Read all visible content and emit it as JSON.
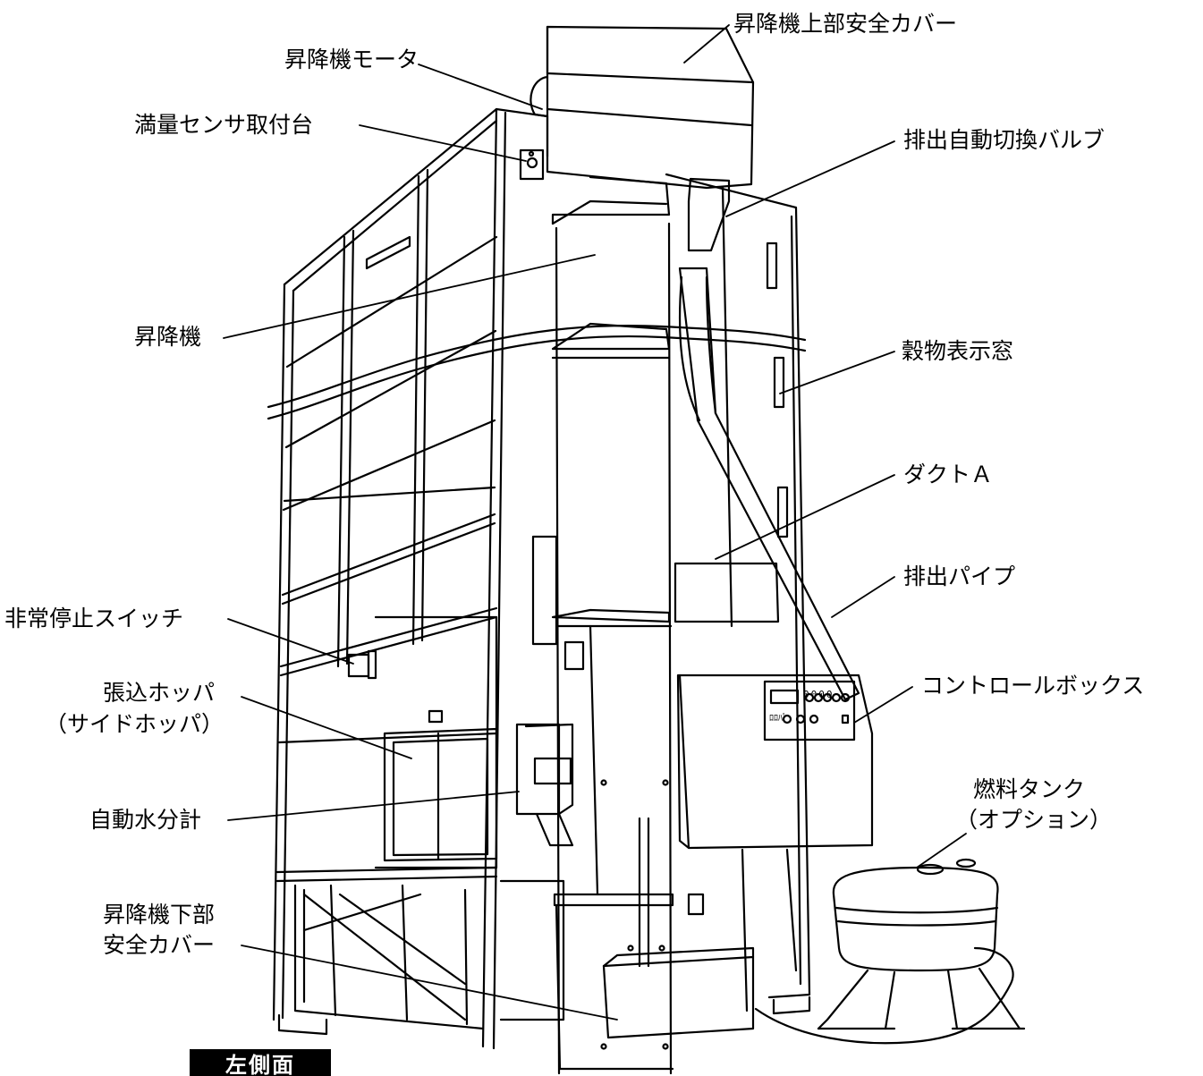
{
  "labels": {
    "elevator_top_cover": "昇降機上部安全カバー",
    "elevator_motor": "昇降機モータ",
    "full_sensor_mount": "満量センサ取付台",
    "auto_discharge_valve": "排出自動切換バルブ",
    "elevator": "昇降機",
    "grain_window": "穀物表示窓",
    "duct_a": "ダクトＡ",
    "discharge_pipe": "排出パイプ",
    "emergency_stop": "非常停止スイッチ",
    "control_box": "コントロールボックス",
    "side_hopper_1": "張込ホッパ",
    "side_hopper_2": "（サイドホッパ）",
    "moisture_meter": "自動水分計",
    "fuel_tank_1": "燃料タンク",
    "fuel_tank_2": "（オプション）",
    "elevator_bottom_cover_1": "昇降機下部",
    "elevator_bottom_cover_2": "安全カバー",
    "view_tag": "左側面"
  },
  "control_panel": {
    "display_text": "0000",
    "mode_symbols": "ﾛﾛﾊﾟ"
  }
}
